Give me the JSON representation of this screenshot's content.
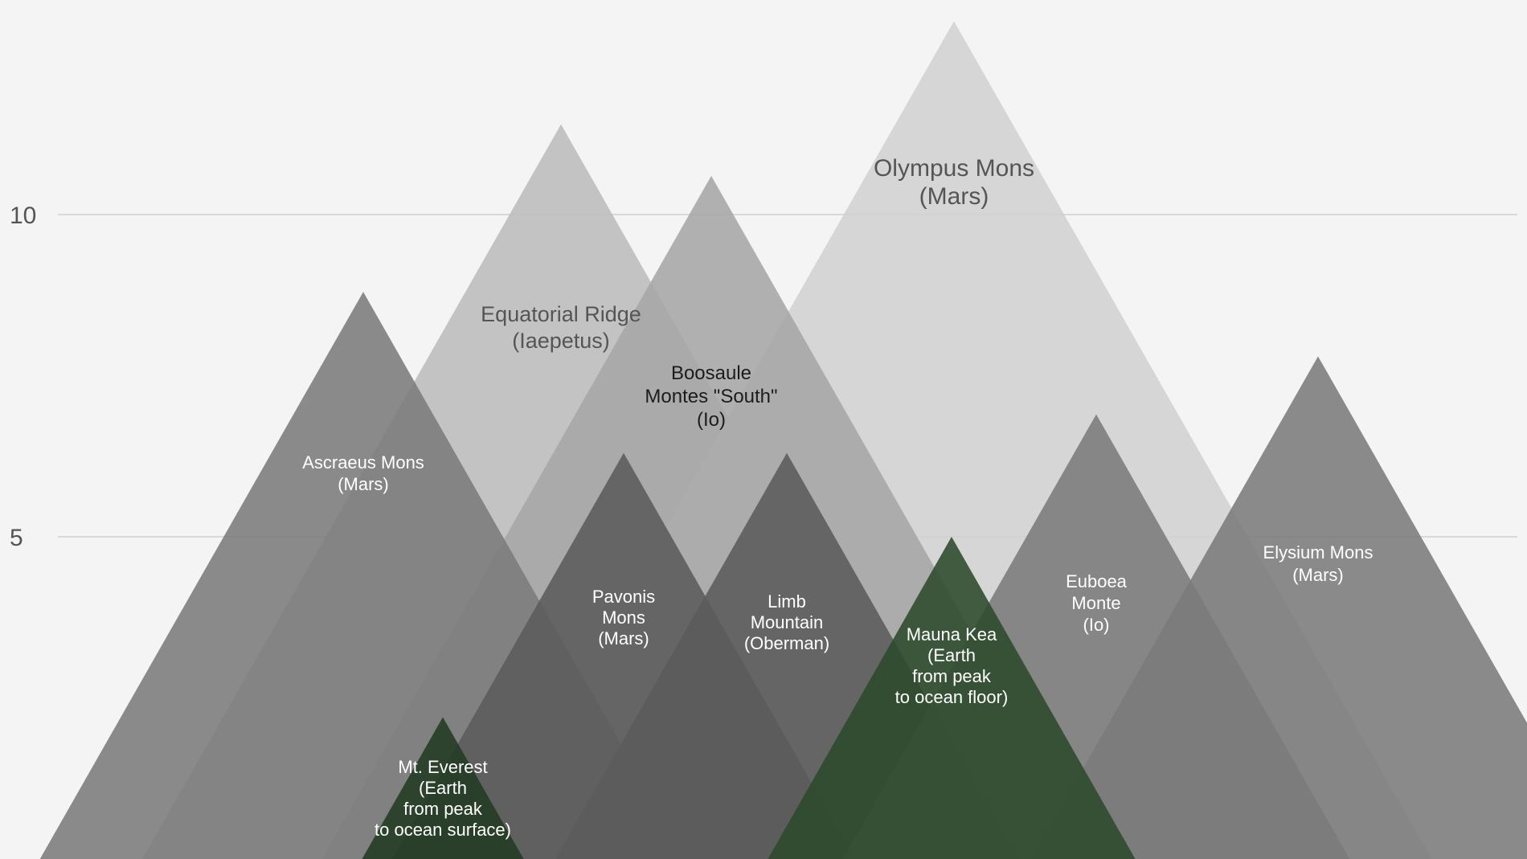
{
  "chart_data": {
    "type": "area",
    "title": "",
    "xlabel": "",
    "ylabel": "",
    "ylim": [
      0,
      13.3
    ],
    "y_ticks": [
      5,
      10
    ],
    "y_tick_labels": [
      "5",
      "10"
    ],
    "grid": true,
    "mountains": [
      {
        "label": "Equatorial Ridge (Iaepetus)",
        "lines": [
          "Equatorial Ridge",
          "(Iaepetus)"
        ],
        "height": 11.4,
        "color": "#bcbcbc",
        "label_color": "#555555"
      },
      {
        "label": "Olympus Mons (Mars)",
        "lines": [
          "Olympus Mons",
          "(Mars)"
        ],
        "height": 13.0,
        "color": "#d2d2d2",
        "label_color": "#555555"
      },
      {
        "label": "Boosaule Montes \"South\" (Io)",
        "lines": [
          "Boosaule",
          "Montes \"South\"",
          "(Io)"
        ],
        "height": 10.6,
        "color": "#a6a6a6",
        "label_color": "#1c1c1c"
      },
      {
        "label": "Ascraeus Mons (Mars)",
        "lines": [
          "Ascraeus Mons",
          "(Mars)"
        ],
        "height": 8.8,
        "color": "#7b7b7b",
        "label_color": "#ffffff"
      },
      {
        "label": "Pavonis Mons (Mars)",
        "lines": [
          "Pavonis",
          "Mons",
          "(Mars)"
        ],
        "height": 6.3,
        "color": "#5b5b5b",
        "label_color": "#ffffff"
      },
      {
        "label": "Limb Mountain (Oberman)",
        "lines": [
          "Limb",
          "Mountain",
          "(Oberman)"
        ],
        "height": 6.3,
        "color": "#5b5b5b",
        "label_color": "#ffffff"
      },
      {
        "label": "Euboea Monte (Io)",
        "lines": [
          "Euboea",
          "Monte",
          "(Io)"
        ],
        "height": 6.9,
        "color": "#7b7b7b",
        "label_color": "#ffffff"
      },
      {
        "label": "Elysium Mons (Mars)",
        "lines": [
          "Elysium Mons",
          "(Mars)"
        ],
        "height": 7.8,
        "color": "#7b7b7b",
        "label_color": "#ffffff"
      },
      {
        "label": "Mauna Kea (Earth from peak to ocean floor)",
        "lines": [
          "Mauna Kea",
          "(Earth",
          "from peak",
          "to ocean floor)"
        ],
        "height": 5.0,
        "color": "#2b4a2b",
        "label_color": "#ffffff"
      },
      {
        "label": "Mt. Everest (Earth from peak to ocean surface)",
        "lines": [
          "Mt. Everest",
          "(Earth",
          "from peak",
          "to ocean surface)"
        ],
        "height": 2.2,
        "color": "#213a21",
        "label_color": "#ffffff"
      }
    ]
  }
}
